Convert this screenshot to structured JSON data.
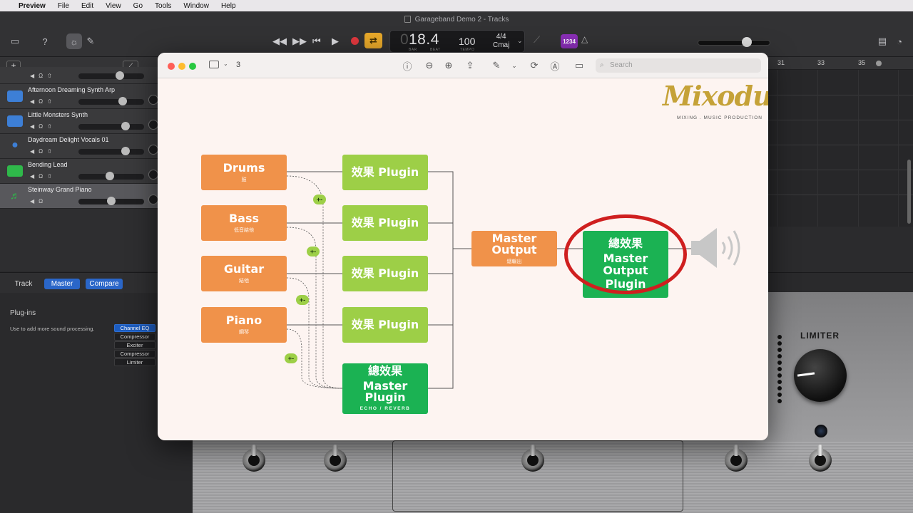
{
  "menubar": {
    "app": "Preview",
    "items": [
      "File",
      "Edit",
      "View",
      "Go",
      "Tools",
      "Window",
      "Help"
    ]
  },
  "garageband": {
    "window_title": "Garageband Demo 2 - Tracks",
    "lcd": {
      "position_dim": "0",
      "position": "18.4",
      "bar_label": "BAR",
      "beat_label": "BEAT",
      "tempo": "100",
      "tempo_label": "TEMPO",
      "time_signature": "4/4",
      "key": "Cmaj"
    },
    "count_in": "1234",
    "tracks": [
      {
        "name": "",
        "color": "#3d7fd6"
      },
      {
        "name": "Afternoon Dreaming Synth Arp",
        "color": "#3d7fd6"
      },
      {
        "name": "Little Monsters Synth",
        "color": "#3d7fd6"
      },
      {
        "name": "Daydream Delight Vocals 01",
        "color": "#3d7fd6"
      },
      {
        "name": "Bending Lead",
        "color": "#2fb84a"
      },
      {
        "name": "Steinway Grand Piano",
        "color": "#2fb84a"
      }
    ],
    "ruler": [
      "31",
      "33",
      "35"
    ],
    "smart_controls": {
      "tabs": [
        "Track",
        "Master",
        "Compare"
      ],
      "plugins_title": "Plug-ins",
      "plugins_help": "Use to add more sound processing.",
      "plugins": [
        "Channel EQ",
        "Compressor",
        "Exciter",
        "Compressor",
        "Limiter"
      ]
    },
    "amp": {
      "limiter_label": "LIMITER"
    }
  },
  "preview": {
    "page_number": "3",
    "search_placeholder": "Search",
    "logo": {
      "name": "Mixodus",
      "tagline": "MIXING . MUSIC PRODUCTION"
    },
    "sources": [
      {
        "title": "Drums",
        "sub": "鼓"
      },
      {
        "title": "Bass",
        "sub": "低音結他"
      },
      {
        "title": "Guitar",
        "sub": "結他"
      },
      {
        "title": "Piano",
        "sub": "鋼琴"
      }
    ],
    "effects": [
      "效果 Plugin",
      "效果 Plugin",
      "效果 Plugin",
      "效果 Plugin"
    ],
    "master_plugin": {
      "line1": "總效果",
      "line2": "Master Plugin",
      "sub": "ECHO / REVERB"
    },
    "master_output": {
      "title": "Master Output",
      "sub": "總輸出"
    },
    "master_output_plugin": {
      "line1": "總效果",
      "line2": "Master Output",
      "line3": "Plugin"
    },
    "plus_label": "+-",
    "colors": {
      "orange": "#f0924a",
      "light_green": "#9dcf47",
      "dark_green": "#1bb253",
      "highlight_ring": "#cf1f1f"
    }
  }
}
